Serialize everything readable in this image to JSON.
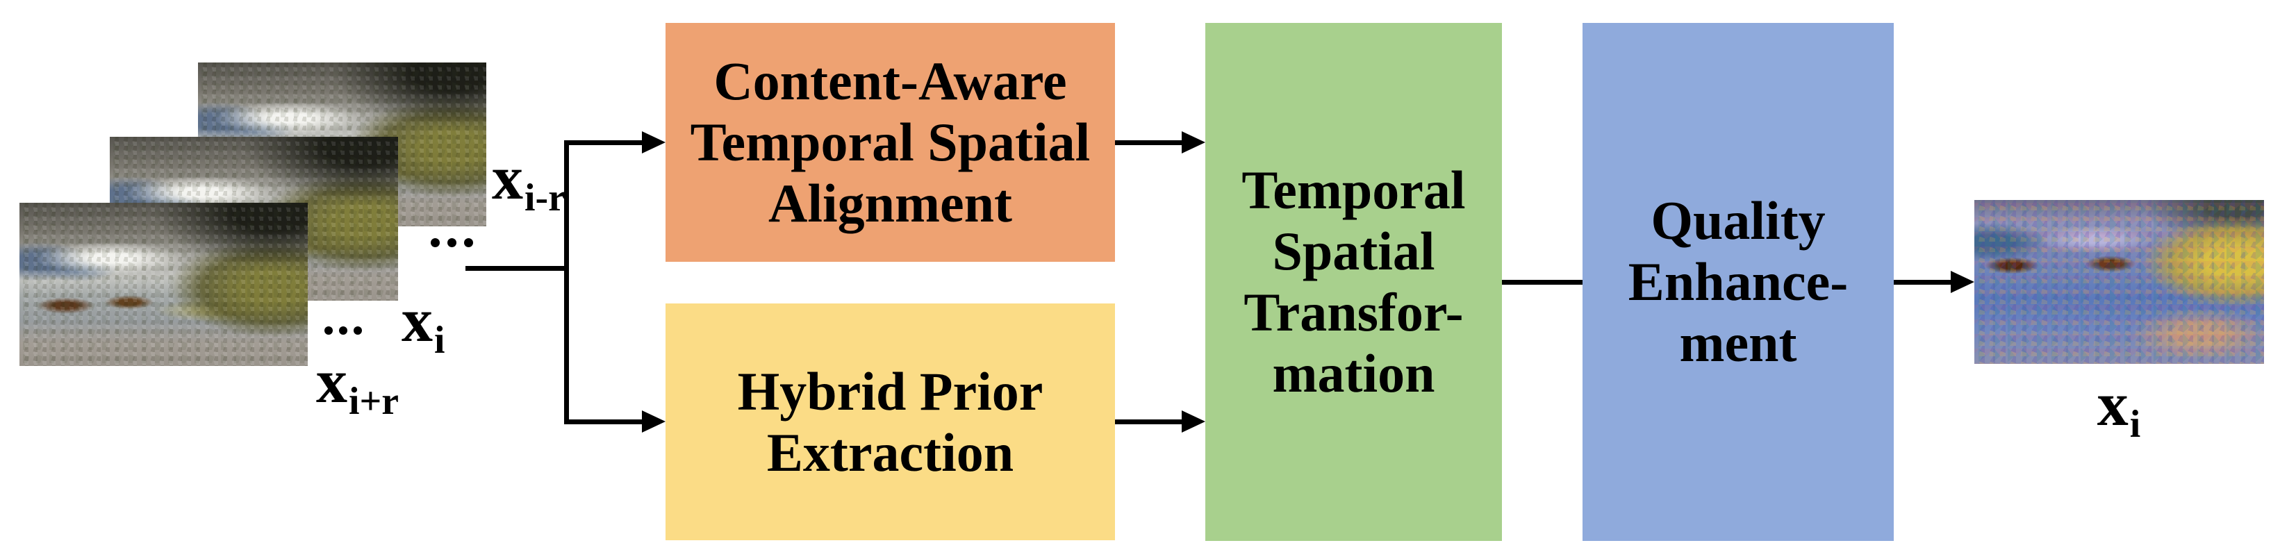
{
  "colors": {
    "alignment_box": "#EEA272",
    "prior_box": "#FBDC86",
    "transform_box": "#A8D08D",
    "enhance_box": "#8FAADC",
    "connector": "#000000"
  },
  "input": {
    "label_prev": {
      "base": "x",
      "sub": "i-r"
    },
    "label_center": {
      "base": "x",
      "sub": "i"
    },
    "label_next": {
      "base": "x",
      "sub": "i+r"
    },
    "ellipsis_after_prev": "...",
    "ellipsis_before_center": "..."
  },
  "boxes": {
    "alignment": {
      "lines": [
        "Content-Aware",
        "Temporal Spatial",
        "Alignment"
      ]
    },
    "prior": {
      "lines": [
        "Hybrid Prior",
        "Extraction"
      ]
    },
    "transform": {
      "lines": [
        "Temporal",
        "Spatial",
        "Transfor-",
        "mation"
      ]
    },
    "enhance": {
      "lines": [
        "Quality",
        "Enhance-",
        "ment"
      ]
    }
  },
  "output": {
    "label": {
      "base": "x",
      "sub": "i"
    }
  }
}
